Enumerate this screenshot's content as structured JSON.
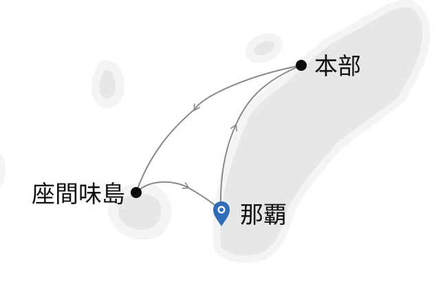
{
  "map": {
    "places": {
      "motobu": {
        "label": "本部",
        "kind": "dot"
      },
      "zamami": {
        "label": "座間味島",
        "kind": "dot"
      },
      "naha": {
        "label": "那覇",
        "kind": "location-pin",
        "pin_color": "#2f6db8"
      }
    },
    "routes": [
      {
        "from": "motobu",
        "to": "zamami"
      },
      {
        "from": "zamami",
        "to": "naha"
      },
      {
        "from": "naha",
        "to": "motobu"
      }
    ],
    "colors": {
      "water": "#ffffff",
      "land": "#e6e7e8",
      "coast_halo": "#f3f4f4",
      "route": "#888888",
      "dot": "#0a0a0a"
    }
  }
}
